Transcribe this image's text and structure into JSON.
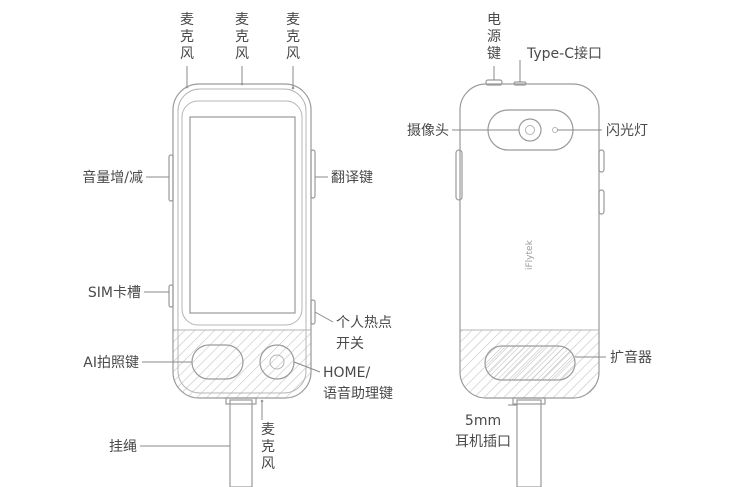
{
  "labels": {
    "mic_top_1": "麦克风",
    "mic_top_2": "麦克风",
    "mic_top_3": "麦克风",
    "power_key": "电源键",
    "type_c": "Type-C接口",
    "volume": "音量增/减",
    "translate_key": "翻译键",
    "sim_slot": "SIM卡槽",
    "hotspot_line1": "个人热点",
    "hotspot_line2": "开关",
    "ai_photo_key": "AI拍照键",
    "home_line1": "HOME/",
    "home_line2": "语音助理键",
    "lanyard": "挂绳",
    "mic_bottom": "麦克风",
    "camera": "摄像头",
    "flash": "闪光灯",
    "speaker": "扩音器",
    "jack_line1": "5mm",
    "jack_line2": "耳机插口",
    "logo": "iFlytek"
  },
  "colors": {
    "outline": "#9a9a9a",
    "hatch": "#c8c8c8",
    "text": "#4a4a4a"
  }
}
